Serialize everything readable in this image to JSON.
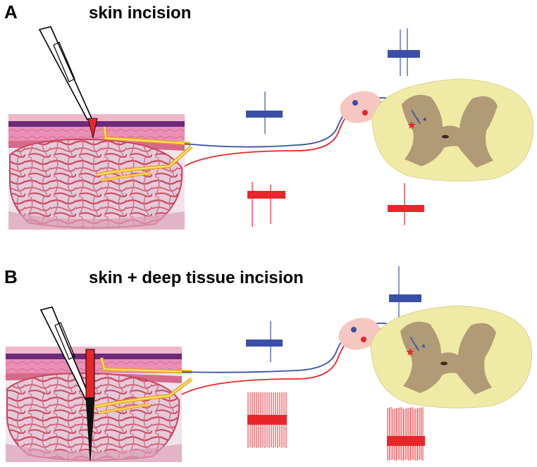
{
  "panels": [
    {
      "letter": "A",
      "title": "skin incision"
    },
    {
      "letter": "B",
      "title": "skin + deep tissue incision"
    }
  ],
  "colors": {
    "afferent_superficial": "#3a4fa8",
    "afferent_deep": "#e8262a",
    "scalpel_blade": "#e8262a",
    "nerve_fiber_inner": "#f5e96a",
    "nerve_fiber_outer": "#f0a020",
    "skin_epidermis": "#6b2a7a",
    "dermis_pink": "#e87fae",
    "muscle_red": "#c8475f",
    "spinal_white_matter": "#efeaa6",
    "spinal_gray_matter": "#b19a76",
    "drg_halo": "#f6c7c0"
  },
  "icons": [
    "scalpel-icon",
    "neuron-star-icon",
    "drg-soma-icon"
  ]
}
